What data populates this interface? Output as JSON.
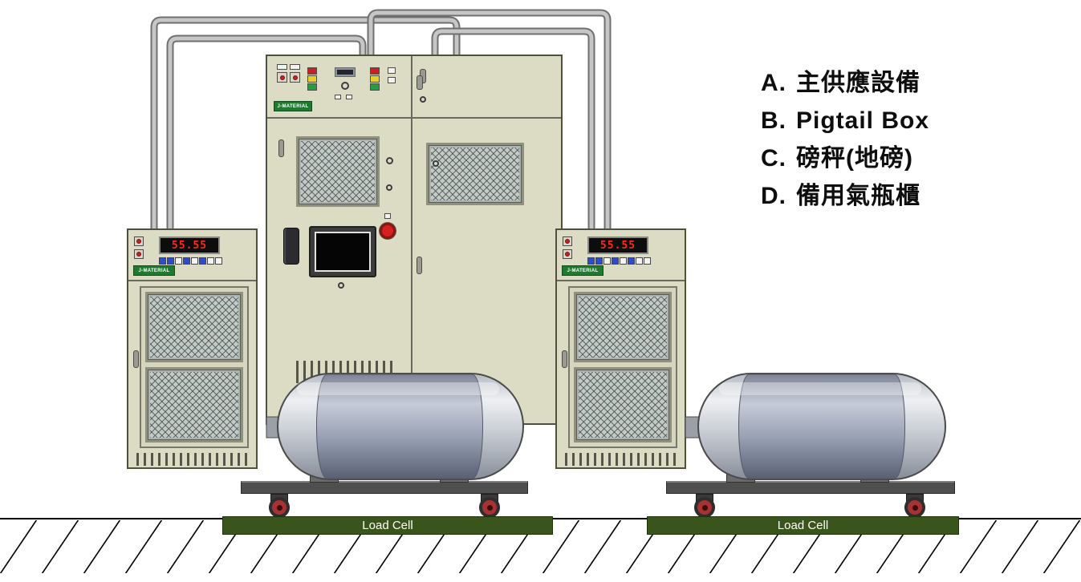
{
  "legend": {
    "items": [
      {
        "key": "A.",
        "label": "主供應設備"
      },
      {
        "key": "B.",
        "label": "Pigtail Box"
      },
      {
        "key": "C.",
        "label": "磅秤(地磅)"
      },
      {
        "key": "D.",
        "label": "備用氣瓶櫃"
      }
    ]
  },
  "main_cabinet": {
    "brand": "J-MATERIAL"
  },
  "pigtail_boxes": {
    "left": {
      "display_value": "55.55",
      "brand": "J-MATERIAL"
    },
    "right": {
      "display_value": "55.55",
      "brand": "J-MATERIAL"
    }
  },
  "load_cells": {
    "left_label": "Load Cell",
    "right_label": "Load Cell"
  },
  "colors": {
    "cabinet_beige": "#dcdcc5",
    "cabinet_border": "#50503f",
    "panel_line": "#6a6a5c",
    "mesh_bg": "#c3cac6",
    "display_bg": "#0d0d0d",
    "display_red": "#ff2a1a",
    "brand_green": "#1e7a2e",
    "load_cell_green": "#3a551c",
    "pipe_dark": "#6f6f6f",
    "pipe_light": "#c6c6c6",
    "wheel_red": "#a83232",
    "tank_body_blue": "#99a1b4",
    "tank_end_silver": "#c2c7cf"
  }
}
